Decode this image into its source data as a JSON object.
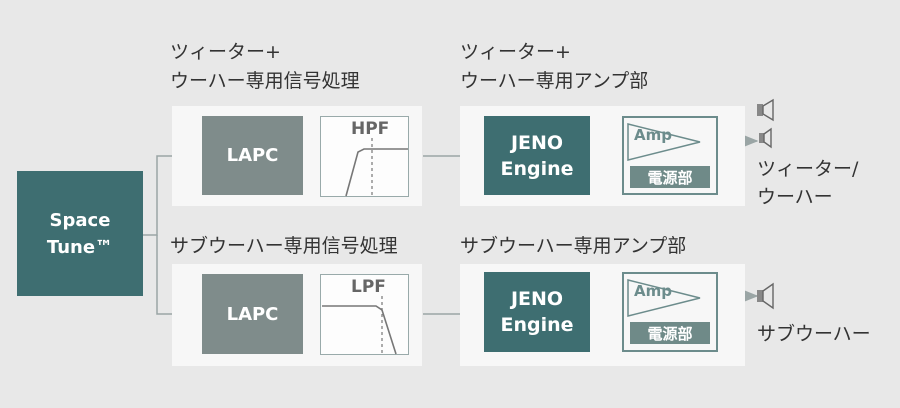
{
  "top_row": {
    "dsp_heading_line1": "ツィーター+",
    "dsp_heading_line2": "ウーハー専用信号処理",
    "amp_heading_line1": "ツィーター+",
    "amp_heading_line2": "ウーハー専用アンプ部",
    "lapc_label": "LAPC",
    "filter_label": "HPF",
    "engine_line1": "JENO",
    "engine_line2": "Engine",
    "amp_label": "Amp",
    "power_label": "電源部",
    "output_line1": "ツィーター/",
    "output_line2": "ウーハー"
  },
  "bottom_row": {
    "dsp_heading": "サブウーハー専用信号処理",
    "amp_heading": "サブウーハー専用アンプ部",
    "lapc_label": "LAPC",
    "filter_label": "LPF",
    "engine_line1": "JENO",
    "engine_line2": "Engine",
    "amp_label": "Amp",
    "power_label": "電源部",
    "output_label": "サブウーハー"
  },
  "source": {
    "line1": "Space",
    "line2": "Tune™"
  },
  "icons": {
    "speaker": "speaker-icon",
    "arrow": "arrow-icon"
  },
  "colors": {
    "background": "#e8e8e8",
    "panel": "#f7f7f7",
    "teal": "#3e6e71",
    "gray_box": "#7f8c8b",
    "line": "#9aa5a5"
  }
}
